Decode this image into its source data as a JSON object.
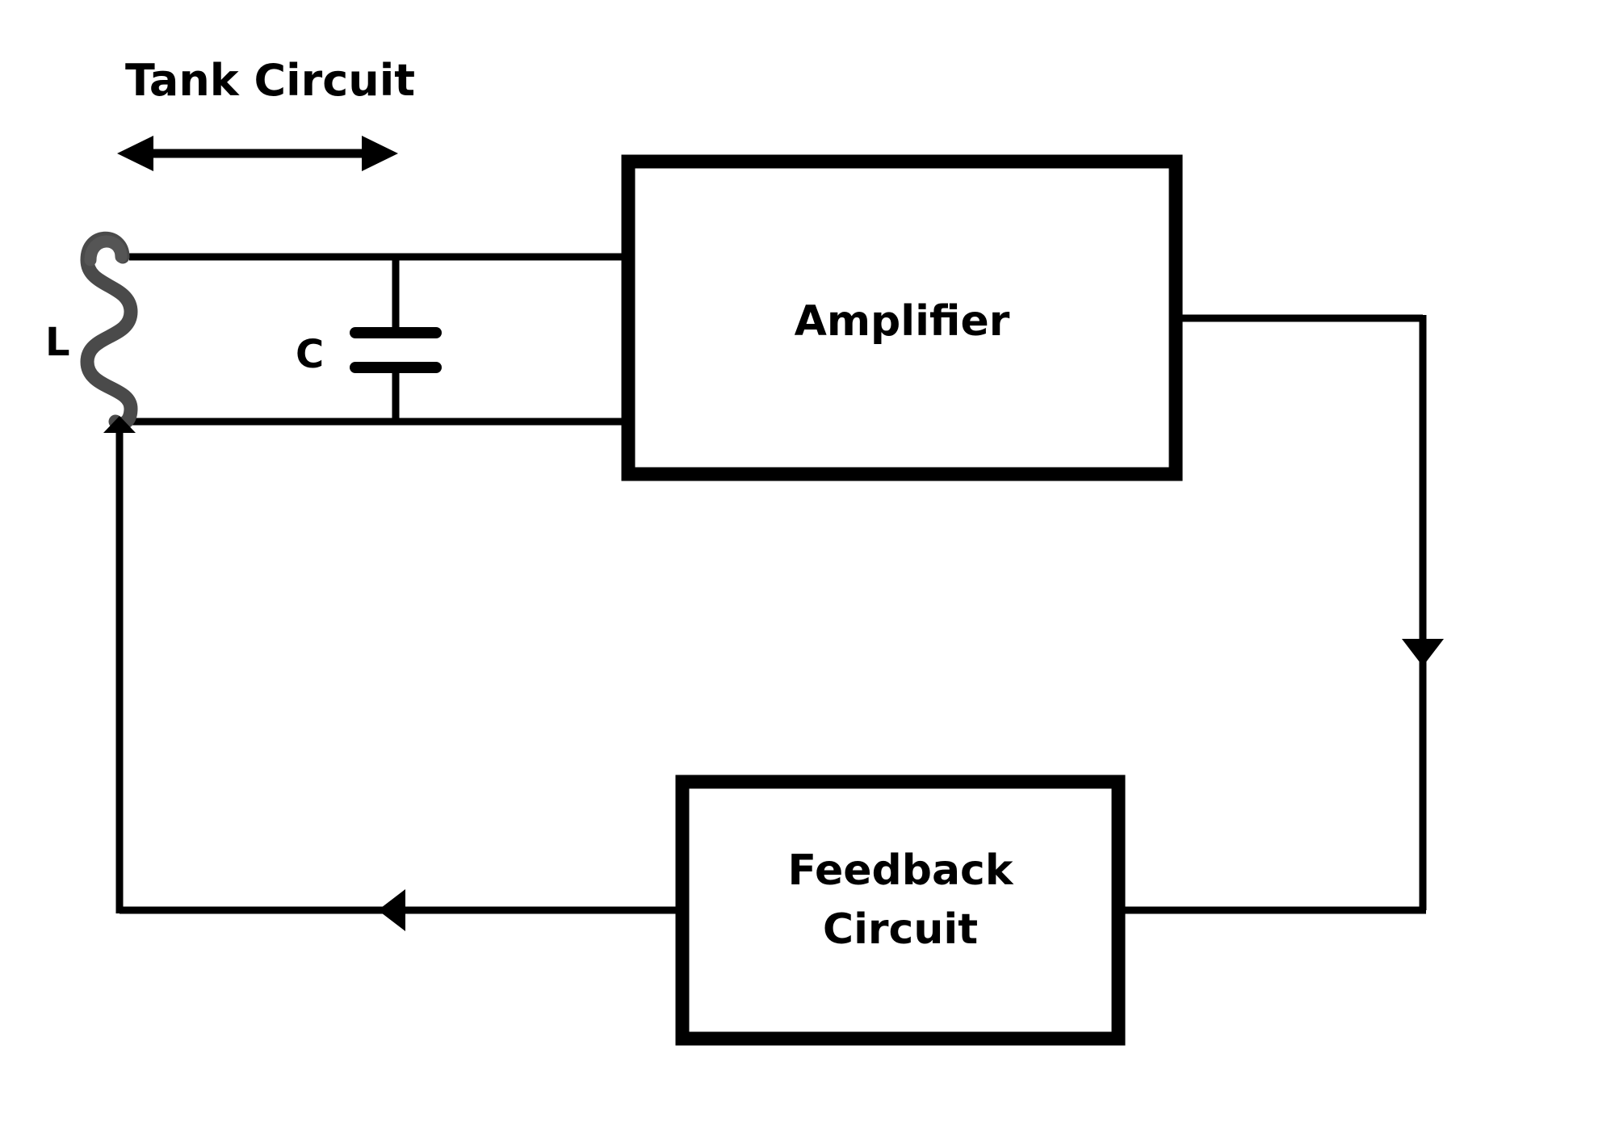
{
  "diagram": {
    "title_label": "Tank Circuit",
    "background_color": "#ffffff",
    "line_color": "#000000",
    "inductor_color": "#4a4a4a",
    "components": {
      "inductor_label": "L",
      "capacitor_label": "C",
      "amplifier_label": "Amplifier",
      "feedback_label_line1": "Feedback",
      "feedback_label_line2": "Circuit"
    },
    "icons": {
      "tank_span_arrow": "double-headed-arrow",
      "inductor": "coil-icon",
      "capacitor": "capacitor-icon",
      "feedback_down_arrow": "arrow-down-icon",
      "feedback_left_arrow": "arrow-left-icon",
      "tank_return_arrow": "arrow-up-icon"
    }
  }
}
